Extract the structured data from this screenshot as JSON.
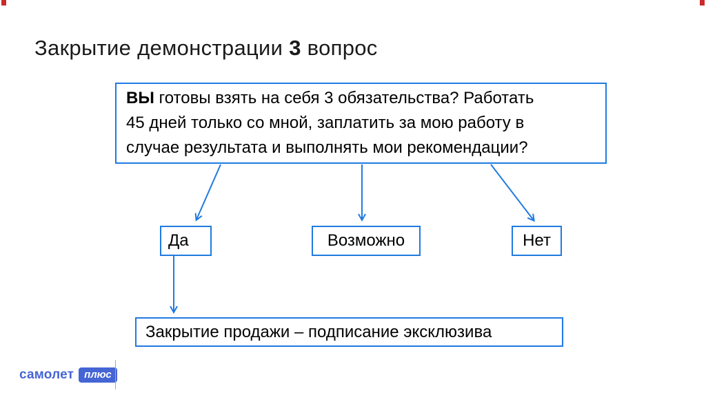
{
  "title": {
    "prefix": "Закрытие демонстрации ",
    "number": "3",
    "suffix": " вопрос"
  },
  "question": {
    "lines": [
      {
        "bold": "ВЫ",
        "text": " готовы взять на себя 3 обязательства? Работать"
      },
      {
        "bold": "",
        "text": "45 дней только со мной, заплатить за мою работу в"
      },
      {
        "bold": "",
        "text": "случае результата и выполнять мои рекомендации?"
      }
    ]
  },
  "answers": [
    {
      "label": "Да"
    },
    {
      "label": "Возможно"
    },
    {
      "label": "Нет"
    }
  ],
  "result": {
    "label": "Закрытие продажи – подписание эксклюзива"
  },
  "logo": {
    "brand": "самолет",
    "badge": "плюс"
  },
  "colors": {
    "accent_blue": "#1f7ae0",
    "logo_blue": "#4565d5",
    "corner_red": "#cc2a2a",
    "text_black": "#111111"
  }
}
